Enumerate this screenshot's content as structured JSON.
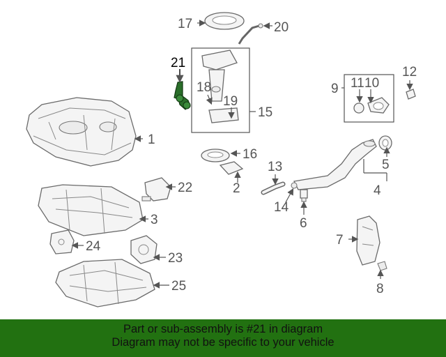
{
  "diagram": {
    "callouts": [
      "1",
      "2",
      "3",
      "4",
      "5",
      "6",
      "7",
      "8",
      "9",
      "10",
      "11",
      "12",
      "13",
      "14",
      "15",
      "16",
      "17",
      "18",
      "19",
      "20",
      "21",
      "22",
      "23",
      "24",
      "25"
    ],
    "highlighted_callout": "21",
    "colors": {
      "highlight": "#227111",
      "banner": "#227111",
      "part_line": "#6a6a6a",
      "label": "#555555"
    }
  },
  "banner": {
    "line1": "Part or sub-assembly is #21 in diagram",
    "line2": "Diagram may not be specific to your vehicle"
  }
}
